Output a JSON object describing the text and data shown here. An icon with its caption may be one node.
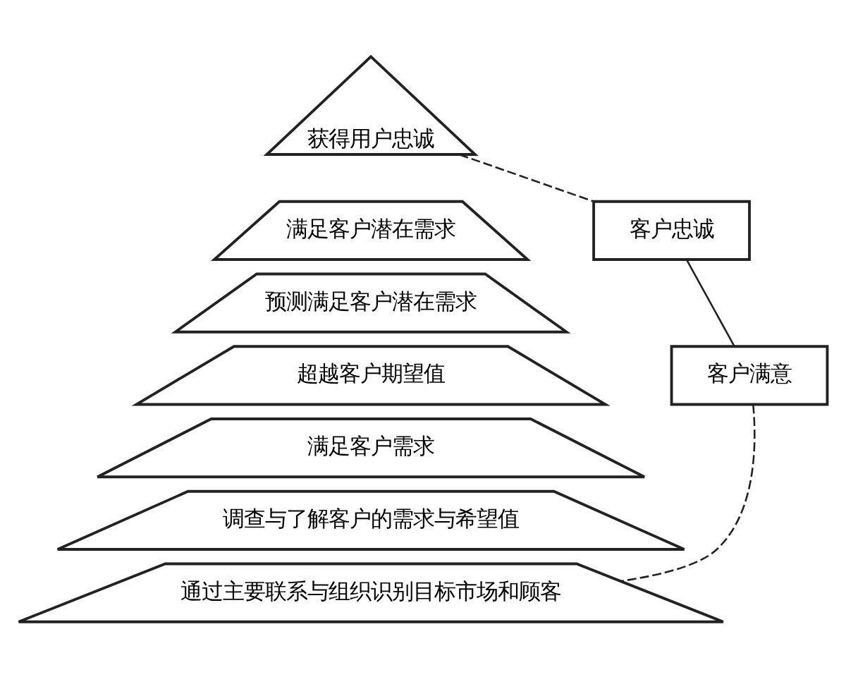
{
  "diagram": {
    "nodes": [
      {
        "text": [
          "获得用户忠诚"
        ]
      },
      {
        "text": [
          "满足客户潜在需求"
        ]
      },
      {
        "text": [
          "预测满足客户潜在需求"
        ]
      },
      {
        "text": [
          "超越客户期望值"
        ]
      },
      {
        "text": [
          "满足客户需求"
        ]
      },
      {
        "text": [
          "调查与了解客户的需求与希望值"
        ]
      },
      {
        "text": [
          "通过主要联系与组织识别目标市场和顾客"
        ]
      },
      {
        "text": [
          "客户忠诚"
        ]
      },
      {
        "text": [
          "客户满意"
        ]
      }
    ],
    "edges": [
      {
        "from": 0,
        "to": 7,
        "arrow": "none",
        "style": "dashed"
      },
      {
        "from": 7,
        "to": 8,
        "arrow": "none"
      },
      {
        "from": 8,
        "to": 6,
        "arrow": "none",
        "style": "dashed"
      }
    ]
  }
}
